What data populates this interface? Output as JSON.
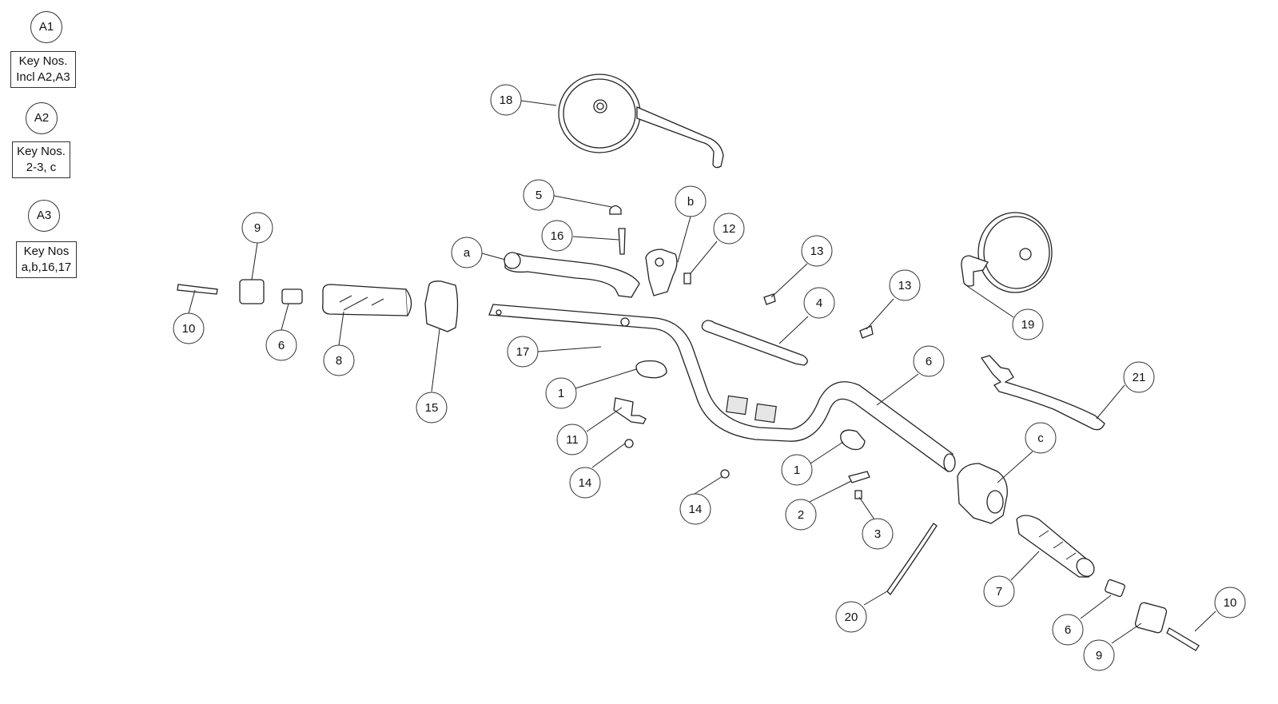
{
  "legend": [
    {
      "id": "A1",
      "line1": "Key Nos.",
      "line2": "Incl A2,A3"
    },
    {
      "id": "A2",
      "line1": "Key Nos.",
      "line2": "2-3, c"
    },
    {
      "id": "A3",
      "line1": "Key Nos",
      "line2": "a,b,16,17"
    }
  ],
  "callouts": {
    "c18": "18",
    "c5": "5",
    "cb": "b",
    "c16": "16",
    "c12": "12",
    "ca": "a",
    "c9l": "9",
    "c10l": "10",
    "c6l": "6",
    "c8": "8",
    "c15": "15",
    "c13a": "13",
    "c13b": "13",
    "c4": "4",
    "c19": "19",
    "c17": "17",
    "c1a": "1",
    "c11": "11",
    "c14a": "14",
    "c14b": "14",
    "c6m": "6",
    "c1b": "1",
    "c2": "2",
    "c3": "3",
    "c21": "21",
    "cc": "c",
    "c20": "20",
    "c7": "7",
    "c6r": "6",
    "c10r": "10",
    "c9r": "9"
  }
}
